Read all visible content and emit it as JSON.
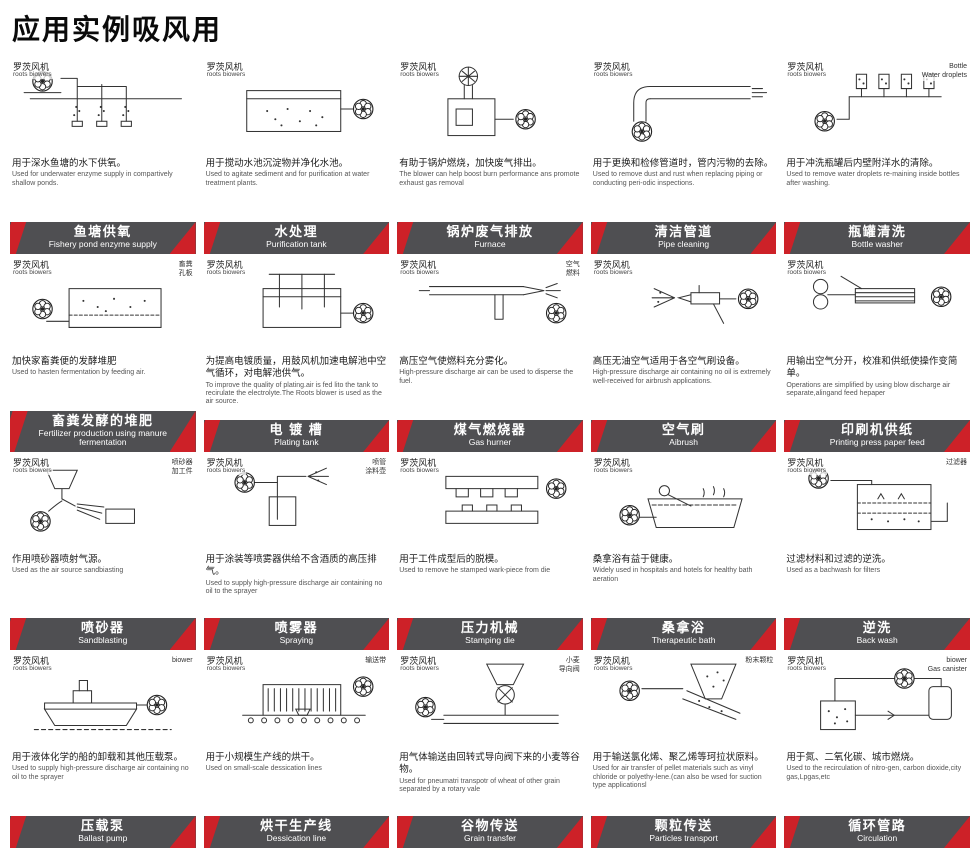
{
  "page_title": "应用实例吸风用",
  "colors": {
    "accent": "#cd2128",
    "banner_bg": "#4f4f52"
  },
  "blower_label": {
    "zh": "罗茨风机",
    "en": "roots biowers"
  },
  "cells": [
    {
      "labels": [],
      "zh_desc": "用于深水鱼塘的水下供氧。",
      "en_desc": "Used for underwater enzyme supply in compartively shallow ponds.",
      "banner_zh": "鱼塘供氧",
      "banner_en": "Fishery pond enzyme supply"
    },
    {
      "labels": [],
      "zh_desc": "用于搅动水池沉淀物并净化水池。",
      "en_desc": "Used to agitate sediment and for purification at water treatment plants.",
      "banner_zh": "水处理",
      "banner_en": "Purification tank"
    },
    {
      "labels": [],
      "zh_desc": "有助于锅炉燃烧，加快废气排出。",
      "en_desc": "The blower can help boost burn performance ans promote exhaust gas removal",
      "banner_zh": "锅炉废气排放",
      "banner_en": "Furnace"
    },
    {
      "labels": [],
      "zh_desc": "用于更换和检修管道时，管内污物的去除。",
      "en_desc": "Used to remove dust and rust when replacing piping or conducting peri-odic inspections.",
      "banner_zh": "清洁管道",
      "banner_en": "Pipe cleaning"
    },
    {
      "labels": [
        "Bottle",
        "Water droplets"
      ],
      "zh_desc": "用于冲洗瓶罐后内壁附洋水的清除。",
      "en_desc": "Used to remove water droplets re-maining inside bottles after washing.",
      "banner_zh": "瓶罐清洗",
      "banner_en": "Bottle washer"
    },
    {
      "labels": [
        "畜粪",
        "孔板"
      ],
      "zh_desc": "加快家畜粪便的发酵堆肥",
      "en_desc": "Used to hasten fermentation by feeding air.",
      "banner_zh": "畜粪发酵的堆肥",
      "banner_en": "Fertilizer production using manure fermentation"
    },
    {
      "labels": [],
      "zh_desc": "为提高电镀质量，用鼓风机加速电解池中空气循环，对电解池供气。",
      "en_desc": "To improve the quality of plating.air is fed lito the tank to recirulate the electrolyte.The Roots blower is used as the air source.",
      "banner_zh": "电 镀 槽",
      "banner_en": "Plating tank"
    },
    {
      "labels": [
        "空气",
        "燃料"
      ],
      "zh_desc": "高压空气使燃料充分雾化。",
      "en_desc": "High-pressure discharge air can be used to disperse the fuel.",
      "banner_zh": "煤气燃烧器",
      "banner_en": "Gas hurner"
    },
    {
      "labels": [],
      "zh_desc": "高压无油空气适用于各空气刷设备。",
      "en_desc": "High-pressure discharge air containing no oil is extremely well-received for airbrush applications.",
      "banner_zh": "空气刷",
      "banner_en": "Aibrush"
    },
    {
      "labels": [],
      "zh_desc": "用输出空气分开，校准和供纸使操作变简单。",
      "en_desc": "Operations are simplified by using blow discharge air separate,alingand feed hepaper",
      "banner_zh": "印刷机供纸",
      "banner_en": "Printing press paper feed"
    },
    {
      "labels": [
        "喷砂器",
        "加工件"
      ],
      "zh_desc": "作用喷砂器喷射气源。",
      "en_desc": "Used as the air source sandbiasting",
      "banner_zh": "喷砂器",
      "banner_en": "Sandblasting"
    },
    {
      "labels": [
        "喷管",
        "涂料壶"
      ],
      "zh_desc": "用于涂装等喷雾器供给不含酒质的高压排气。",
      "en_desc": "Used to supply high-pressure discharge air containing no oil to the sprayer",
      "banner_zh": "喷雾器",
      "banner_en": "Spraying"
    },
    {
      "labels": [],
      "zh_desc": "用于工件成型后的脱模。",
      "en_desc": "Used to remove he stamped wark-piece from die",
      "banner_zh": "压力机械",
      "banner_en": "Stamping die"
    },
    {
      "labels": [],
      "zh_desc": "桑拿浴有益于健康。",
      "en_desc": "Widely used in hospitals and hotels for healthy bath aeration",
      "banner_zh": "桑拿浴",
      "banner_en": "Therapeutic bath"
    },
    {
      "labels": [
        "过滤器"
      ],
      "zh_desc": "过滤材料和过滤的逆洗。",
      "en_desc": "Used as a bachwash for filters",
      "banner_zh": "逆洗",
      "banner_en": "Back wash"
    },
    {
      "labels": [
        "biower"
      ],
      "zh_desc": "用于液体化学的船的卸载和其他压载泵。",
      "en_desc": "Used to supply high-pressure discharge air containing no oil to the sprayer",
      "banner_zh": "压载泵",
      "banner_en": "Ballast pump"
    },
    {
      "labels": [
        "输送带"
      ],
      "zh_desc": "用于小规模生产线的烘干。",
      "en_desc": "Used on small-scale dessication lines",
      "banner_zh": "烘干生产线",
      "banner_en": "Dessication line"
    },
    {
      "labels": [
        "小麦",
        "导向阀"
      ],
      "zh_desc": "用气体输送由回转式导向阀下来的小麦等谷物。",
      "en_desc": "Used for pneumatri transpotr of wheat of other grain separated by a rotary vale",
      "banner_zh": "谷物传送",
      "banner_en": "Grain transfer"
    },
    {
      "labels": [
        "粉末颗粒"
      ],
      "zh_desc": "用于输送氯化烯、聚乙烯等珂拉状原料。",
      "en_desc": "Used for air transfer of pellet materials such as vinyl chloride or polyethy-lene.(can also be wsed for suction type applicationsl",
      "banner_zh": "颗粒传送",
      "banner_en": "Particles transport"
    },
    {
      "labels": [
        "biower",
        "Gas canister"
      ],
      "zh_desc": "用于氮、二氧化碳、城市燃烧。",
      "en_desc": "Used to the recirculation of nitro-gen, carbon dioxide,city gas,Lpgas,etc",
      "banner_zh": "循环管路",
      "banner_en": "Circulation"
    }
  ]
}
